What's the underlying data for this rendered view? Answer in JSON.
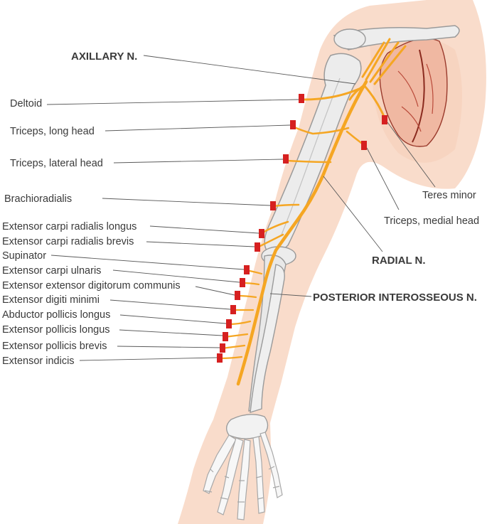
{
  "diagram": {
    "nerve_labels": {
      "axillary": "AXILLARY N.",
      "radial": "RADIAL N.",
      "posterior_interosseous": "POSTERIOR INTEROSSEOUS N."
    },
    "muscle_labels": {
      "deltoid": "Deltoid",
      "triceps_long": "Triceps, long head",
      "triceps_lateral": "Triceps, lateral head",
      "brachioradialis": "Brachioradialis",
      "ecr_longus": "Extensor carpi radialis longus",
      "ecr_brevis": "Extensor carpi radialis brevis",
      "supinator": "Supinator",
      "ec_ulnaris": "Extensor carpi ulnaris",
      "ed_communis": "Extensor extensor digitorum communis",
      "ed_minimi": "Extensor digiti minimi",
      "apl": "Abductor pollicis longus",
      "epl": "Extensor pollicis longus",
      "epb": "Extensor pollicis brevis",
      "ext_indicis": "Extensor indicis",
      "teres_minor": "Teres minor",
      "triceps_medial": "Triceps, medial head"
    },
    "colors": {
      "skin": "#f9dccb",
      "bone": "#ececec",
      "nerve": "#f5a623",
      "marker": "#d62020",
      "scapula_muscle": "#f0b8a2"
    }
  }
}
